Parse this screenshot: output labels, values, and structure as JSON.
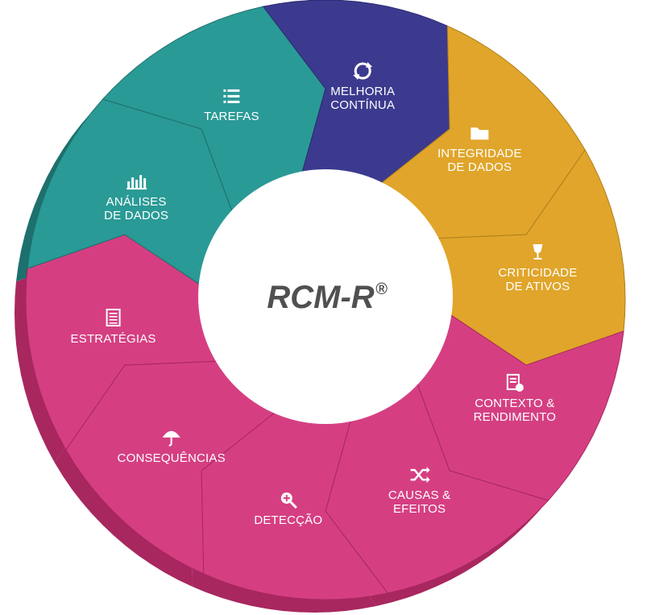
{
  "diagram": {
    "center_title": "RCM-R",
    "center_mark": "®",
    "colors": {
      "teal": "#2a9a96",
      "teal_dark": "#1d706d",
      "navy": "#3c3a8e",
      "navy_dark": "#2b2970",
      "gold": "#e0a52a",
      "gold_dark": "#b07f1b",
      "pink": "#d53f82",
      "pink_dark": "#a8275f"
    },
    "segments": [
      {
        "id": "tarefas",
        "lines": [
          "TAREFAS"
        ],
        "icon": "task-list-icon",
        "color": "teal"
      },
      {
        "id": "melhoria",
        "lines": [
          "MELHORIA",
          "CONTÍNUA"
        ],
        "icon": "refresh-icon",
        "color": "navy"
      },
      {
        "id": "integridade",
        "lines": [
          "INTEGRIDADE",
          "DE DADOS"
        ],
        "icon": "folder-icon",
        "color": "gold"
      },
      {
        "id": "criticidade",
        "lines": [
          "CRITICIDADE",
          "DE ATIVOS"
        ],
        "icon": "wine-glass-icon",
        "color": "gold"
      },
      {
        "id": "contexto",
        "lines": [
          "CONTEXTO &",
          "RENDIMENTO"
        ],
        "icon": "clipboard-check-icon",
        "color": "pink"
      },
      {
        "id": "causas",
        "lines": [
          "CAUSAS &",
          "EFEITOS"
        ],
        "icon": "shuffle-icon",
        "color": "pink"
      },
      {
        "id": "deteccao",
        "lines": [
          "DETECÇÃO"
        ],
        "icon": "zoom-in-icon",
        "color": "pink"
      },
      {
        "id": "consequencias",
        "lines": [
          "CONSEQUÊNCIAS"
        ],
        "icon": "umbrella-icon",
        "color": "pink"
      },
      {
        "id": "estrategias",
        "lines": [
          "ESTRATÉGIAS"
        ],
        "icon": "document-icon",
        "color": "pink"
      },
      {
        "id": "analises",
        "lines": [
          "ANÁLISES",
          "DE DADOS"
        ],
        "icon": "bar-chart-icon",
        "color": "teal"
      }
    ]
  }
}
